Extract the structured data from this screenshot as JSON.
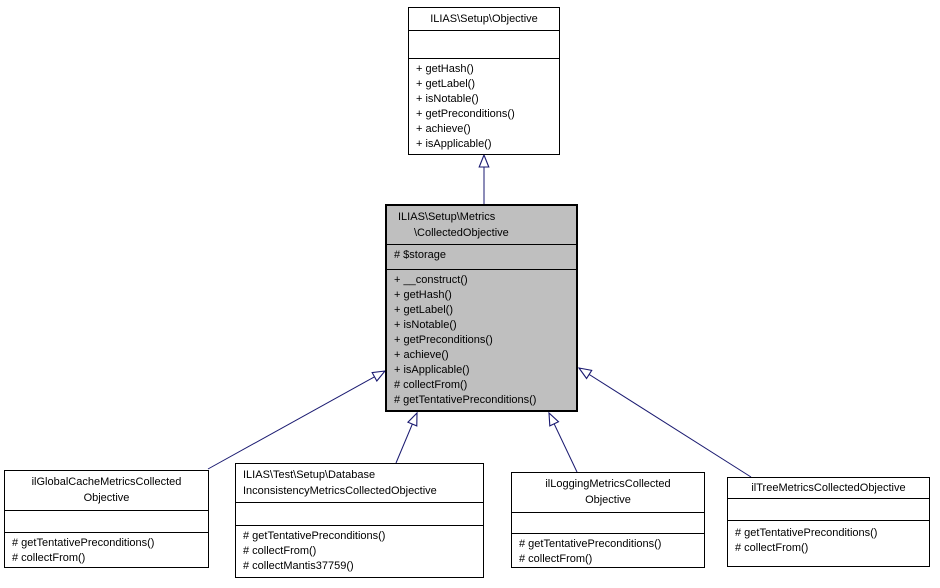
{
  "diagram": {
    "type": "uml-class-inheritance",
    "background_color": "#ffffff",
    "edge_color": "#191970",
    "node_border_color": "#000000",
    "node_fill": "#ffffff",
    "highlighted_node_fill": "#bfbfbf"
  },
  "classes": [
    {
      "id": "ilias-setup-objective",
      "title_lines": [
        "ILIAS\\Setup\\Objective"
      ],
      "attributes": [],
      "methods": [
        "+ getHash()",
        "+ getLabel()",
        "+ isNotable()",
        "+ getPreconditions()",
        "+ achieve()",
        "+ isApplicable()"
      ]
    },
    {
      "id": "ilias-setup-metrics-collected-objective",
      "highlighted": true,
      "title_lines": [
        "ILIAS\\Setup\\Metrics",
        "\\CollectedObjective"
      ],
      "attributes": [
        "# $storage"
      ],
      "methods": [
        "+ __construct()",
        "+ getHash()",
        "+ getLabel()",
        "+ isNotable()",
        "+ getPreconditions()",
        "+ achieve()",
        "+ isApplicable()",
        "# collectFrom()",
        "# getTentativePreconditions()"
      ]
    },
    {
      "id": "il-global-cache-metrics-collected-objective",
      "title_lines": [
        "ilGlobalCacheMetricsCollected",
        "Objective"
      ],
      "attributes": [],
      "methods": [
        "# getTentativePreconditions()",
        "# collectFrom()"
      ]
    },
    {
      "id": "ilias-test-setup-database-inconsistency-metrics-collected-objective",
      "title_lines": [
        "ILIAS\\Test\\Setup\\Database",
        "InconsistencyMetricsCollectedObjective"
      ],
      "attributes": [],
      "methods": [
        "# getTentativePreconditions()",
        "# collectFrom()",
        "# collectMantis37759()"
      ]
    },
    {
      "id": "il-logging-metrics-collected-objective",
      "title_lines": [
        "ilLoggingMetricsCollected",
        "Objective"
      ],
      "attributes": [],
      "methods": [
        "# getTentativePreconditions()",
        "# collectFrom()"
      ]
    },
    {
      "id": "il-tree-metrics-collected-objective",
      "title_lines": [
        "ilTreeMetricsCollectedObjective"
      ],
      "attributes": [],
      "methods": [
        "# getTentativePreconditions()",
        "# collectFrom()"
      ]
    }
  ],
  "relations": [
    {
      "type": "inherits",
      "from": "ilias-setup-metrics-collected-objective",
      "to": "ilias-setup-objective"
    },
    {
      "type": "inherits",
      "from": "il-global-cache-metrics-collected-objective",
      "to": "ilias-setup-metrics-collected-objective"
    },
    {
      "type": "inherits",
      "from": "ilias-test-setup-database-inconsistency-metrics-collected-objective",
      "to": "ilias-setup-metrics-collected-objective"
    },
    {
      "type": "inherits",
      "from": "il-logging-metrics-collected-objective",
      "to": "ilias-setup-metrics-collected-objective"
    },
    {
      "type": "inherits",
      "from": "il-tree-metrics-collected-objective",
      "to": "ilias-setup-metrics-collected-objective"
    }
  ]
}
